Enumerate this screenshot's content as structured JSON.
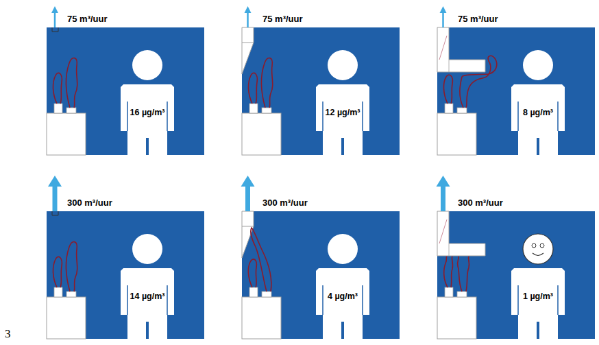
{
  "diagram": {
    "nodes": [
      {
        "text": [
          "75 m³/uur"
        ]
      },
      {
        "text": [
          "16 µg/m³"
        ],
        "in": 0
      },
      {
        "text": [
          "75 m³/uur"
        ]
      },
      {
        "text": [
          "12 µg/m³"
        ],
        "in": 2
      },
      {
        "text": [
          "75 m³/uur"
        ]
      },
      {
        "text": [
          "8 µg/m³"
        ],
        "in": 4
      },
      {
        "text": [
          "300 m³/uur"
        ]
      },
      {
        "text": [
          "14 µg/m³"
        ],
        "in": 6
      },
      {
        "text": [
          "300 m³/uur"
        ]
      },
      {
        "text": [
          "4 µg/m³"
        ],
        "in": 8
      },
      {
        "text": [
          "300 m³/uur"
        ]
      },
      {
        "text": [
          "1 µg/m³"
        ],
        "in": 10
      }
    ],
    "labels": [
      "3"
    ]
  }
}
